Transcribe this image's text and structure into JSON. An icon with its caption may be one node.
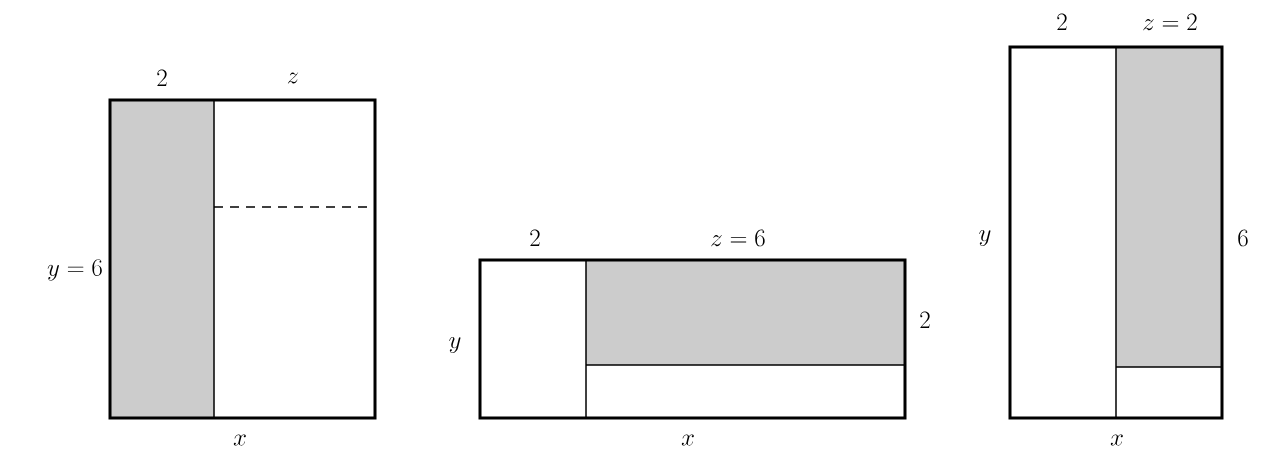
{
  "diagram": {
    "labels": [
      "2",
      "z",
      "y=6",
      "x",
      "2",
      "z=6",
      "y",
      "2",
      "x",
      "2",
      "z=2",
      "y",
      "6",
      "x"
    ]
  }
}
